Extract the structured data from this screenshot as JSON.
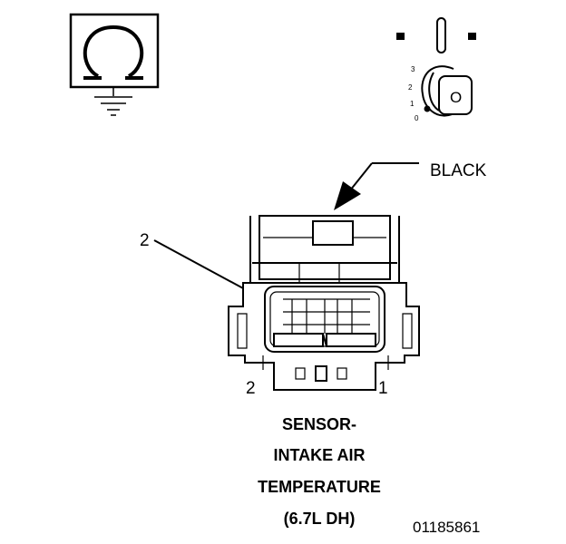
{
  "symbols": {
    "meter_icon": "ohm-meter-ground-icon",
    "ignition_icon": "ignition-key-off-icon",
    "key_positions": [
      "3",
      "2",
      "1",
      "0"
    ],
    "key_face_label": "O"
  },
  "connector": {
    "color_callout": "BLACK",
    "callout_pin_label": "2",
    "pin_left_label": "2",
    "pin_right_label": "1"
  },
  "caption": {
    "line1": "SENSOR-",
    "line2": "INTAKE AIR",
    "line3": "TEMPERATURE",
    "line4": "(6.7L DH)"
  },
  "figure_id": "01185861",
  "colors": {
    "ink": "#000000",
    "background": "#ffffff"
  }
}
